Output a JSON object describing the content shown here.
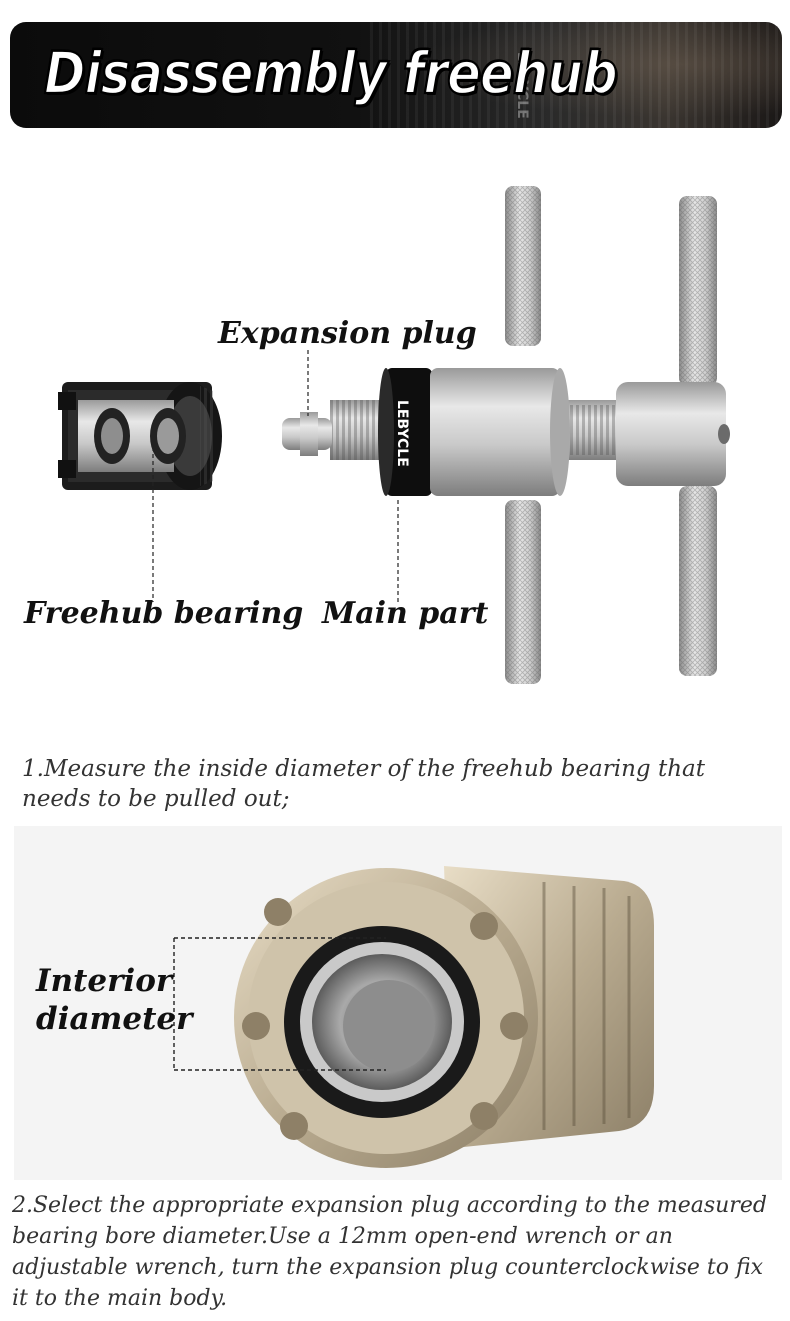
{
  "header": {
    "title": "Disassembly freehub",
    "brand": "LEBYCLE"
  },
  "tool_figure": {
    "labels": {
      "expansion_plug": "Expansion plug",
      "freehub_bearing": "Freehub bearing",
      "main_part": "Main part"
    },
    "tool_brand": "LEBYCLE"
  },
  "steps": [
    {
      "text": "1.Measure the inside diameter of the freehub bearing that needs to be pulled out;"
    },
    {
      "text": "2.Select the appropriate expansion plug according to the measured bearing bore diameter.Use a 12mm open-end wrench or an adjustable wrench, turn the expansion plug counterclockwise to fix it to the main body."
    }
  ],
  "freehub_figure": {
    "label_line1": "Interior",
    "label_line2": "diameter"
  }
}
